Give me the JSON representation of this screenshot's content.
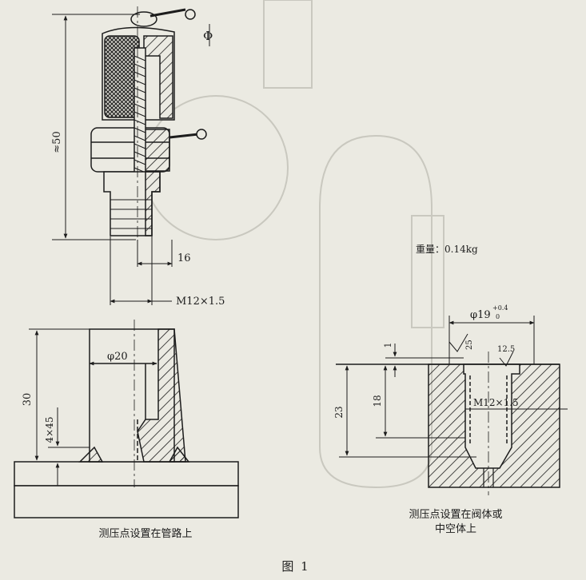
{
  "top_view": {
    "height_dim": "≈50",
    "diameter_mark": "Φ",
    "width_dim": "16",
    "thread_dim": "M12×1.5"
  },
  "pipe_view": {
    "diameter_dim": "φ20",
    "height_dim": "30",
    "chamfer_dim": "4×45",
    "caption": "测压点设置在管路上"
  },
  "body_view": {
    "weight_label": "重量：0.14kg",
    "bore_dia_base": "φ19",
    "bore_tol_upper": "+0.4",
    "bore_tol_lower": "0",
    "roughness_25": "25",
    "roughness_125": "12.5",
    "dim_1": "1",
    "dim_18": "18",
    "dim_23": "23",
    "thread_dim": "M12×1.5",
    "caption": "测压点设置在阀体或\n中空体上"
  },
  "figure_label": "图  1",
  "colors": {
    "ink": "#1c1c1c",
    "paper": "#ebeae2",
    "ghost": "#c9c8bf"
  }
}
